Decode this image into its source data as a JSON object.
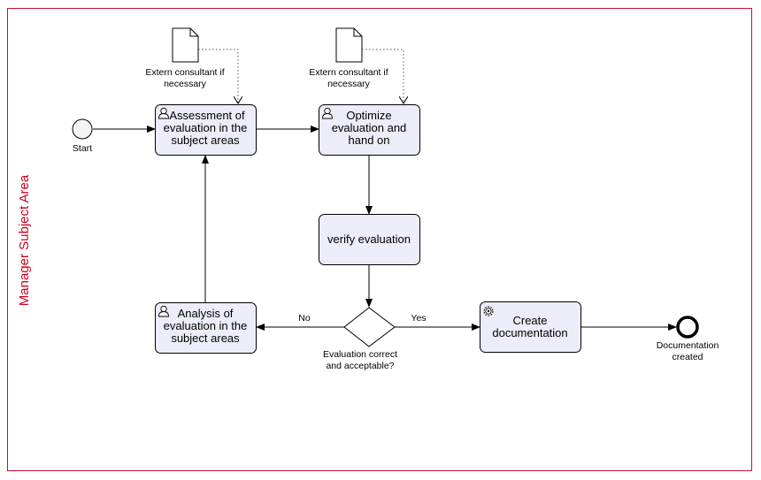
{
  "pool": {
    "label": "Manager Subject Area",
    "border_color": "#c8102e"
  },
  "events": {
    "start_label": "Start",
    "end_label_line1": "Documentation",
    "end_label_line2": "created"
  },
  "tasks": {
    "assessment": {
      "line1": "Assessment of",
      "line2": "evaluation in the",
      "line3": "subject areas",
      "icon": "user-icon"
    },
    "optimize": {
      "line1": "Optimize",
      "line2": "evaluation and",
      "line3": "hand on",
      "icon": "user-icon"
    },
    "verify": {
      "line1": "verify evaluation"
    },
    "analysis": {
      "line1": "Analysis of",
      "line2": "evaluation in the",
      "line3": "subject areas",
      "icon": "user-icon"
    },
    "create": {
      "line1": "Create",
      "line2": "documentation",
      "icon": "gear-icon"
    }
  },
  "data_objects": {
    "consultant_1": {
      "line1": "Extern consultant if",
      "line2": "necessary"
    },
    "consultant_2": {
      "line1": "Extern consultant if",
      "line2": "necessary"
    }
  },
  "gateway": {
    "label_line1": "Evaluation correct",
    "label_line2": "and acceptable?",
    "yes_label": "Yes",
    "no_label": "No"
  },
  "colors": {
    "task_fill": "#ededf9",
    "task_stroke": "#000000",
    "pool_label": "#d0021b"
  }
}
